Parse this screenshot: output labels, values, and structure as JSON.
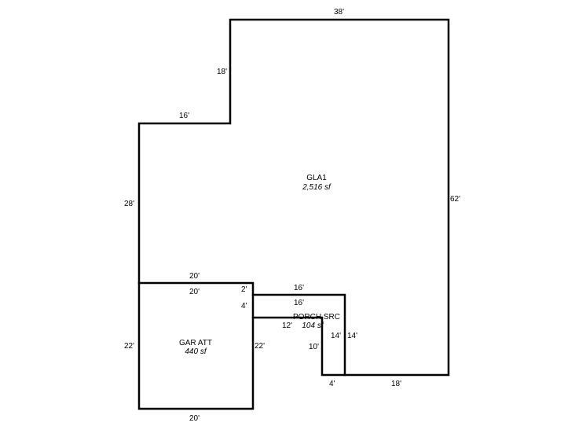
{
  "rooms": {
    "gla": {
      "name": "GLA1",
      "area": "2,516 sf"
    },
    "garage": {
      "name": "GAR ATT",
      "area": "440 sf"
    },
    "porch": {
      "name": "PORCH SRC",
      "area": "104 sf"
    }
  },
  "dimensions": {
    "top": "38'",
    "upper_left_vertical": "18'",
    "step_horizontal": "16'",
    "left_vertical": "28'",
    "right_vertical": "62'",
    "garage_top_outer": "20'",
    "garage_top_inner": "20'",
    "garage_left": "22'",
    "garage_right": "22'",
    "garage_bottom": "20'",
    "porch_top_gap": "2'",
    "porch_left_gap": "4'",
    "porch_top_outer": "16'",
    "porch_top_inner": "16'",
    "porch_inner_horizontal": "12'",
    "porch_inner_vertical": "10'",
    "porch_right_left": "14'",
    "porch_right_right": "14'",
    "porch_bottom": "4'",
    "bottom_right": "18'"
  }
}
